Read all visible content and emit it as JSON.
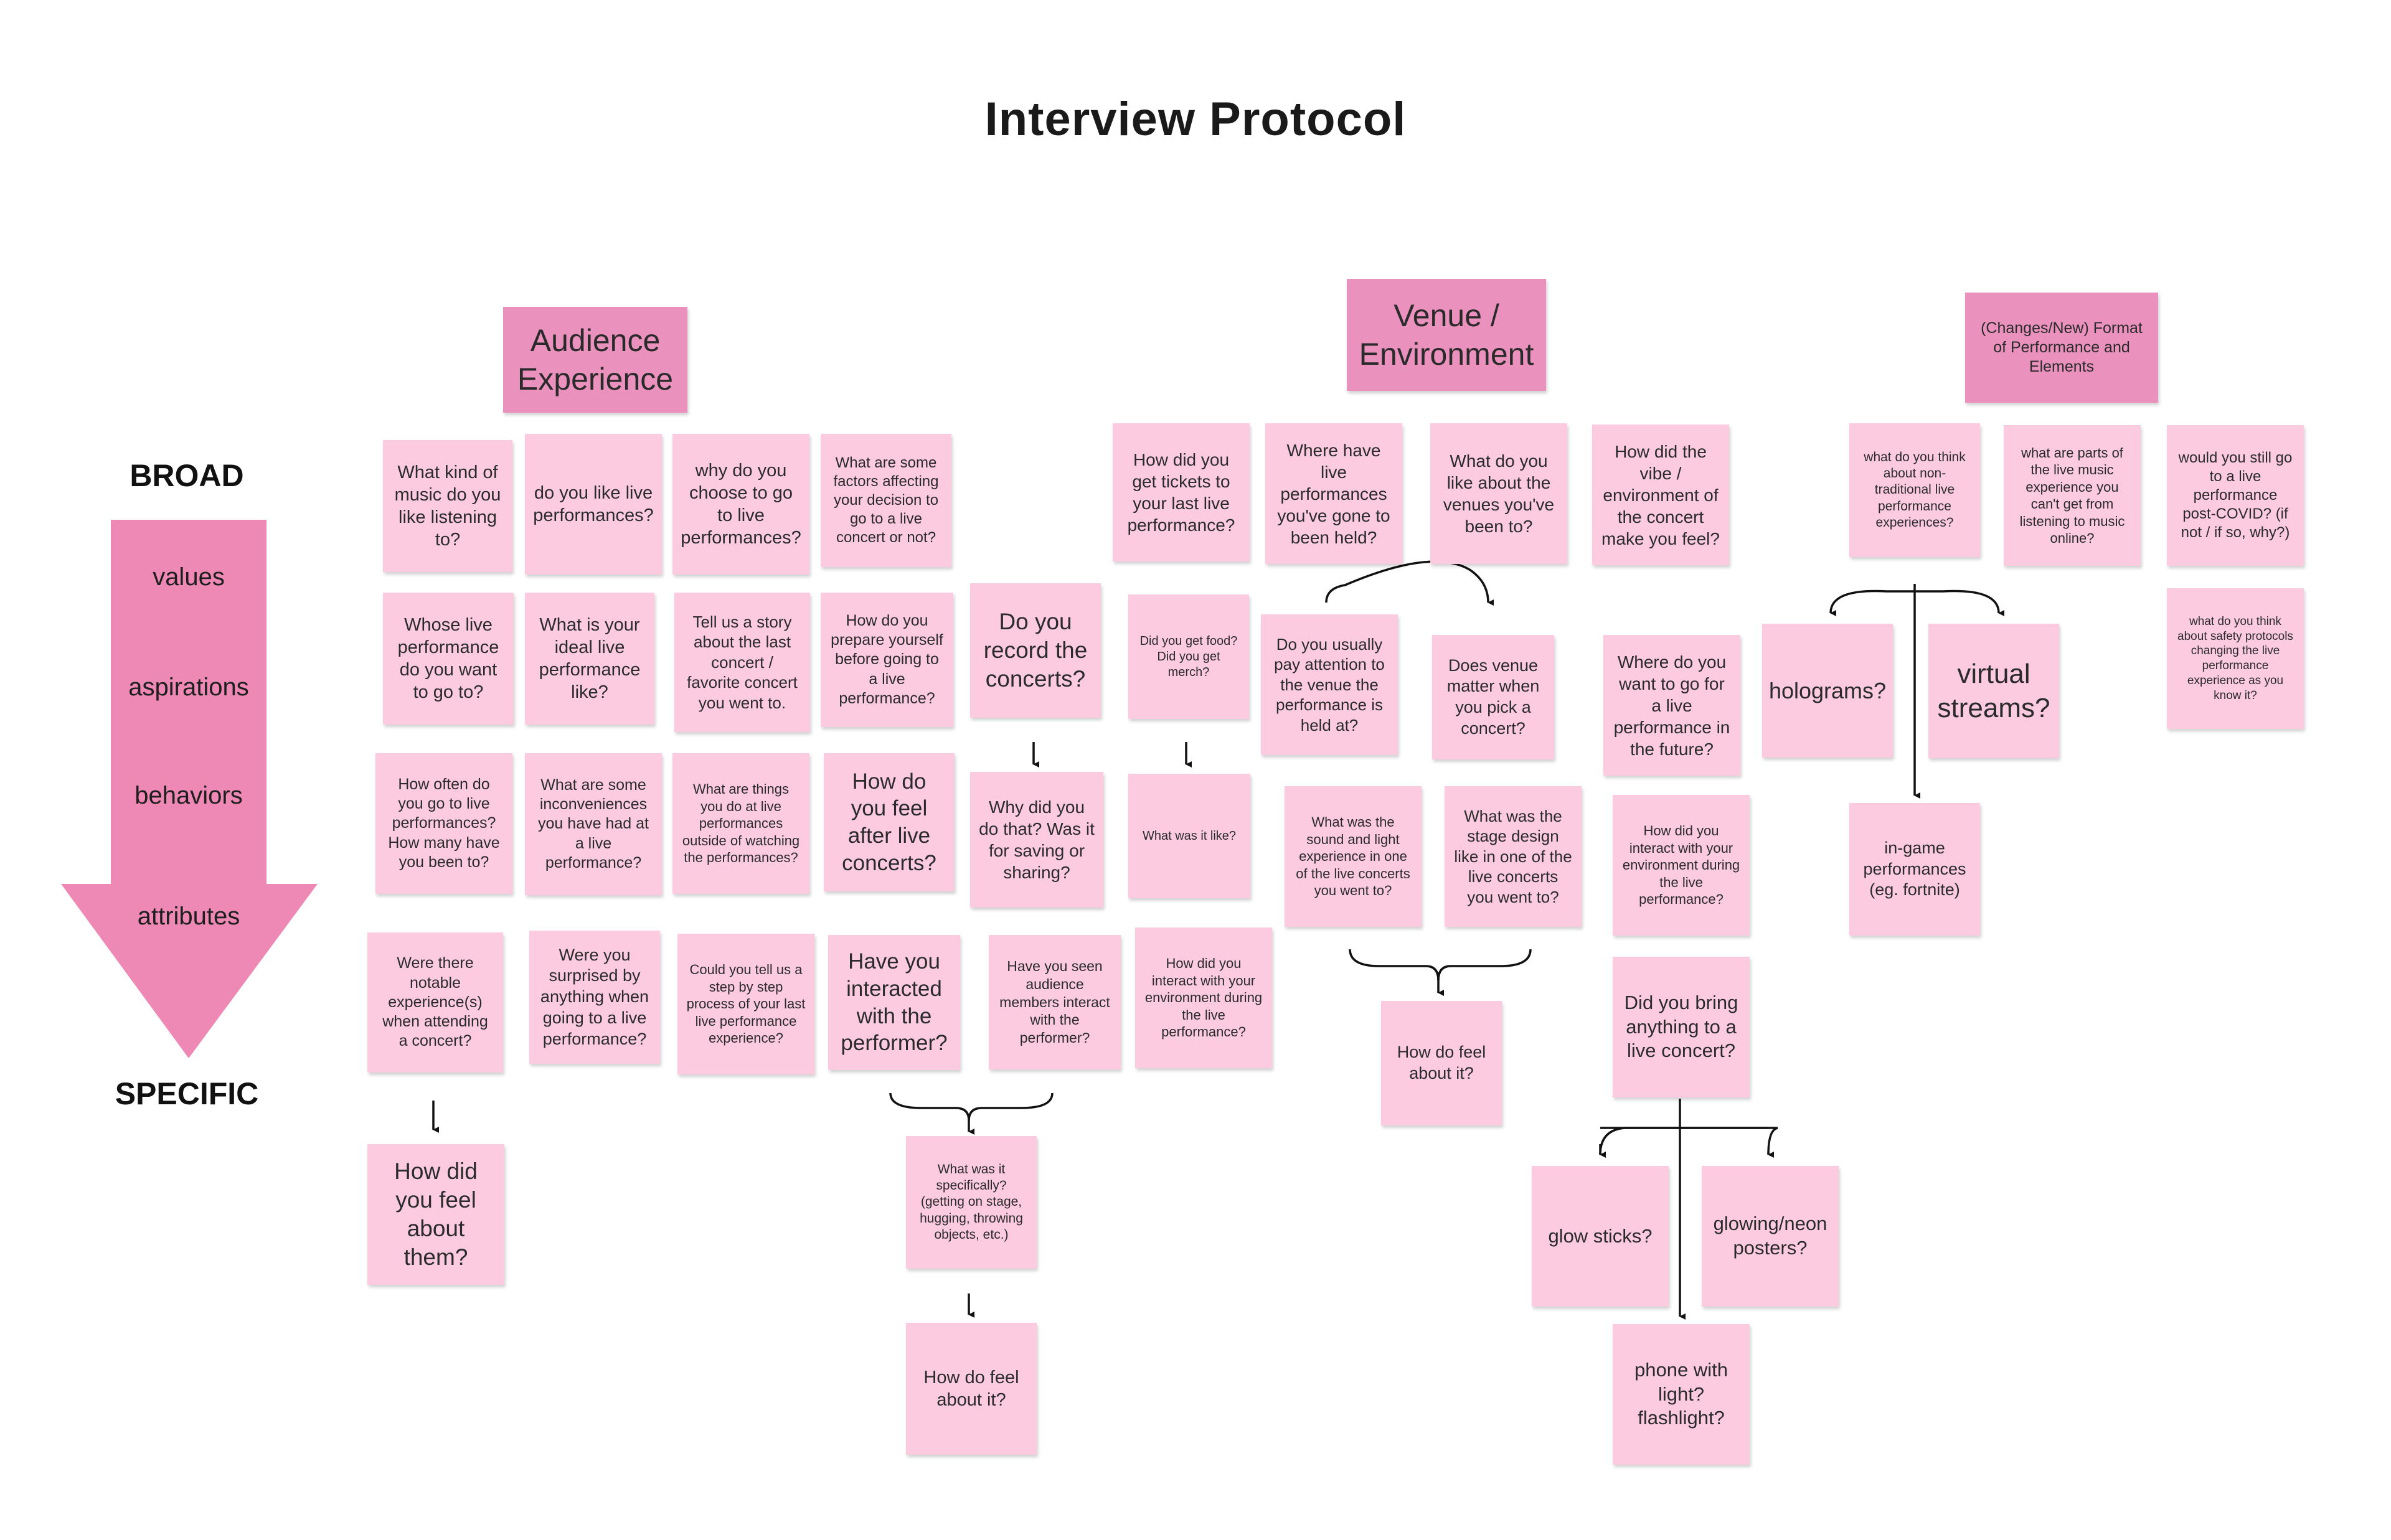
{
  "title": "Interview Protocol",
  "scale": {
    "broad": "BROAD",
    "specific": "SPECIFIC",
    "levels": [
      "values",
      "aspirations",
      "behaviors",
      "attributes"
    ]
  },
  "colors": {
    "note": "#fccbe0",
    "header": "#ea92bd",
    "arrow": "#ee88b4"
  },
  "headers": {
    "audience": "Audience Experience",
    "venue": "Venue / Environment",
    "format": "(Changes/New) Format of Performance and Elements"
  },
  "audience_notes": {
    "n1": "What kind of music do you like listening to?",
    "n2": "do you like live performances?",
    "n3": "why do you choose to go to live performances?",
    "n4": "What are some factors affecting your decision to go to a live concert or not?",
    "n5": "Whose live performance do you want to go to?",
    "n6": "What is your ideal live performance like?",
    "n7": "Tell us a story about the last concert / favorite concert you went to.",
    "n8": "How do you prepare yourself before going to a live performance?",
    "n9": "Do you record the concerts?",
    "n10": "How often do you go to live performances? How many have you been to?",
    "n11": "What are some inconveniences you have had at a live performance?",
    "n12": "What are things you do at live performances outside of watching the performances?",
    "n13": "How do you feel after live concerts?",
    "n14": "Why did you do that? Was it for saving or sharing?",
    "n15": "Were there notable experience(s) when attending a concert?",
    "n16": "Were you surprised by anything when going to a live performance?",
    "n17": "Could you tell us a step by step process of your last live performance experience?",
    "n18": "Have you interacted with the performer?",
    "n19": "Have you seen audience members interact with the performer?",
    "n20": "How did you feel about them?",
    "n21": "What was it specifically? (getting on stage, hugging, throwing objects, etc.)",
    "n22": "How do feel about it?"
  },
  "venue_notes": {
    "v1": "How did you get tickets to your last live performance?",
    "v2": "Where have live performances you've gone to been held?",
    "v3": "What do you like about the venues you've been to?",
    "v4": "How did the vibe / environment of the concert make you feel?",
    "v5": "Did you get food? Did you get merch?",
    "v6": "What was it like?",
    "v7": "How did you interact with your environment during the live performance?",
    "v8": "Do you usually pay attention to the venue the performance is held at?",
    "v9": "Does venue matter when you pick a concert?",
    "v10": "What was the sound and light experience in one of the live concerts you went to?",
    "v11": "What was the stage design like in one of the live concerts you went to?",
    "v12": "How do feel about it?",
    "v13": "Where do you want to go for a live performance in the future?",
    "v14": "How did you interact with your environment during the live performance?",
    "v15": "Did you bring anything to a live concert?",
    "v16": "glow sticks?",
    "v17": "glowing/neon posters?",
    "v18": "phone with light? flashlight?"
  },
  "format_notes": {
    "f1": "what do you think about non-traditional live performance experiences?",
    "f2": "what are parts of the live music experience you can't get from listening to music online?",
    "f3": "would you still go to a live performance post-COVID? (if not / if so, why?)",
    "f4": "holograms?",
    "f5": "virtual streams?",
    "f6": "what do you think about safety protocols changing the live performance experience as you know it?",
    "f7": "in-game performances (eg. fortnite)"
  }
}
